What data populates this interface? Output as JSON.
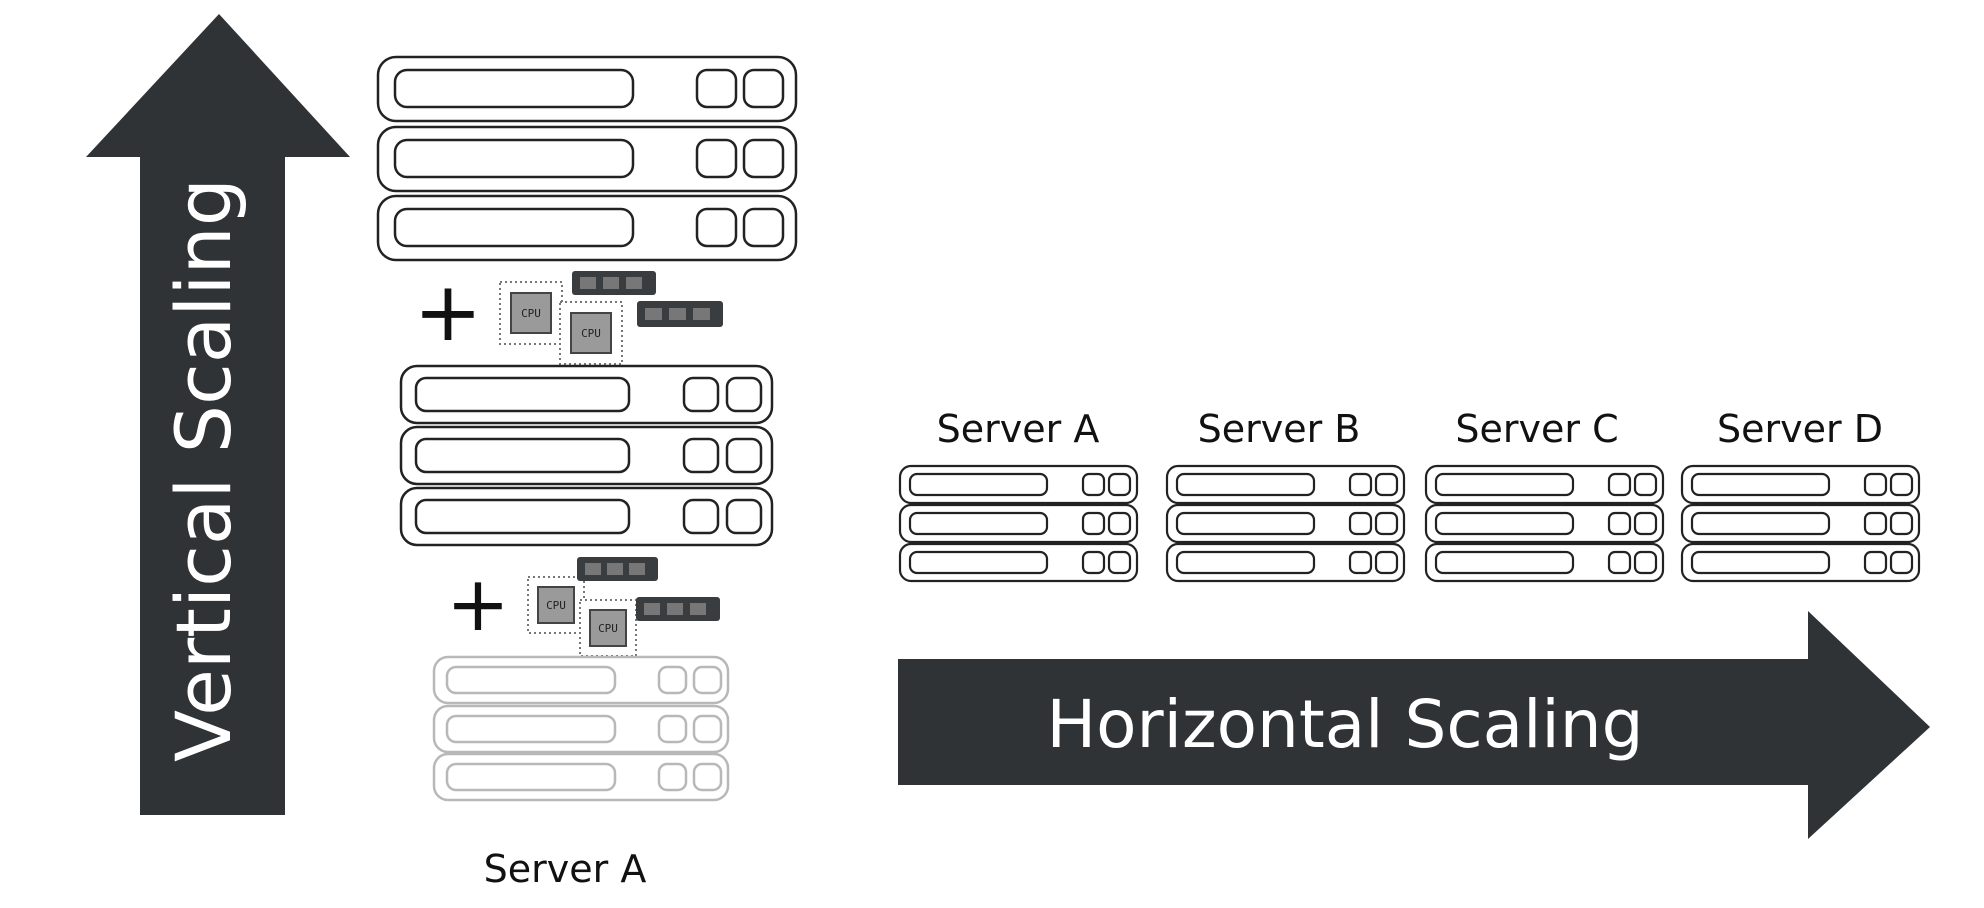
{
  "vertical_arrow": {
    "label": "Vertical Scaling",
    "color": "#2f3336",
    "icon": "up-arrow"
  },
  "horizontal_arrow": {
    "label": "Horizontal Scaling",
    "color": "#2f3336",
    "icon": "right-arrow"
  },
  "vertical_stack": {
    "server_label": "Server A",
    "upgrade_sign": "+",
    "cpu_chip_label": "CPU",
    "faded_color": "#b8b8b8",
    "rack_color": "#222222",
    "ram_color": "#3a3d40"
  },
  "horizontal_servers": [
    {
      "label": "Server A"
    },
    {
      "label": "Server B"
    },
    {
      "label": "Server C"
    },
    {
      "label": "Server D"
    }
  ]
}
